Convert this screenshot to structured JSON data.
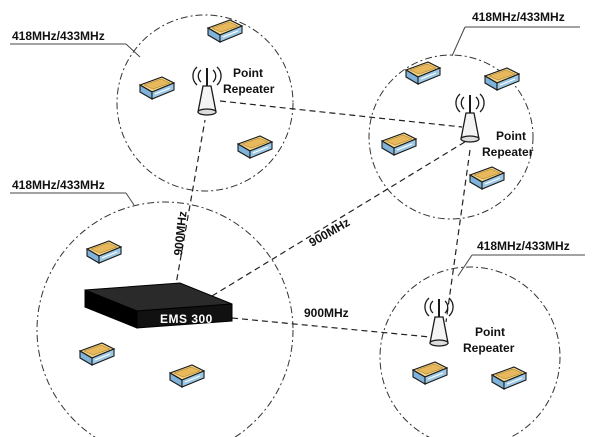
{
  "diagram": {
    "zones": {
      "top_left": {
        "freq": "418MHz/433MHz"
      },
      "top_right": {
        "freq": "418MHz/433MHz"
      },
      "bottom_left": {
        "freq": "418MHz/433MHz"
      },
      "bottom_right": {
        "freq": "418MHz/433MHz"
      }
    },
    "repeaters": {
      "top_left": {
        "line1": "Point",
        "line2": "Repeater"
      },
      "top_right": {
        "line1": "Point",
        "line2": "Repeater"
      },
      "bottom_right": {
        "line1": "Point",
        "line2": "Repeater"
      }
    },
    "controller": {
      "label": "EMS 300"
    },
    "links": {
      "ems_to_top_left": "900MHz",
      "ems_to_top_right": "900MHz",
      "ems_to_bottom_right": "900MHz"
    },
    "colors": {
      "sensor_body": "#9ec9e6",
      "sensor_top": "#f3d488",
      "sensor_outline": "#1a1a1a",
      "controller": "#111111"
    }
  }
}
